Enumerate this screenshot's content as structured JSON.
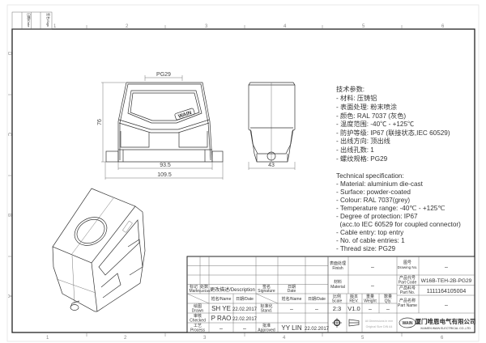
{
  "border": {
    "columns": [
      "1",
      "2",
      "3",
      "4",
      "5",
      "6"
    ],
    "rows": [
      "D",
      "C",
      "B",
      "A"
    ],
    "corner_labels": [
      "日期/Date",
      "签名/Sign"
    ]
  },
  "front_view": {
    "thread_label": "PG29",
    "height": "76",
    "inner_width": "93.5",
    "outer_width": "109.5",
    "logo": "WAIN"
  },
  "side_view": {
    "width": "43"
  },
  "spec_cn": {
    "title": "技术参数:",
    "lines": [
      "- 材料: 压铸铝",
      "- 表面处理: 粉末喷涂",
      "- 颜色: RAL 7037 (灰色)",
      "- 温度范围: -40℃  -  +125℃",
      "- 防护等级: IP67 (联接状态,IEC 60529)",
      "- 出线方向: 顶出线",
      "- 出线孔数: 1",
      "- 螺纹规格: PG29"
    ]
  },
  "spec_en": {
    "title": "Technical specification:",
    "lines": [
      "- Material: aluminium die-cast",
      "- Surface: powder-coated",
      "- Colour: RAL 7037(grey)",
      "- Temperature range: -40℃  -  +125℃",
      "- Degree of protection: IP67",
      "  (acc.to IEC 60529 for coupled connector)",
      "- Cable entry: top entry",
      "- No. of cable entries: 1",
      "- Thread size: PG29"
    ]
  },
  "title_block": {
    "mark_cn": "标记",
    "mark": "Mark",
    "number_cn": "处数",
    "number": "Number",
    "description": "更改描述/Description",
    "signature_cn": "签名",
    "signature": "Signature",
    "date_cn": "日期",
    "date": "Date",
    "name_hdr": "姓名/Name",
    "date_hdr": "日期/Date",
    "name_hdr2": "姓名/Name",
    "date_hdr2": "日期/Date",
    "drawn_cn": "绘图",
    "drawn": "Drawn",
    "drawn_name": "SH YE",
    "drawn_date": "22.02.2017",
    "checked_cn": "审核",
    "checked": "Checked",
    "checked_name": "P RAO",
    "checked_date": "22.02.2017",
    "process_cn": "工艺",
    "process": "Process",
    "process_name": "–",
    "process_date": "–",
    "stand_cn": "标准化",
    "stand": "Stand.",
    "stand_name": "–",
    "stand_date": "–",
    "approved_cn": "批准",
    "approved": "Approved",
    "approved_name": "YY LIN",
    "approved_date": "22.02.2017",
    "finish_cn": "表面处理",
    "finish": "Finish",
    "finish_value": "–",
    "material_cn": "材料",
    "material": "Material",
    "material_value": "–",
    "scale_cn": "比例",
    "scale": "Scale",
    "scale_value": "2:3",
    "rev_cn": "版本",
    "rev": "REV.",
    "rev_value": "V1.0",
    "weight_cn": "重量",
    "weight": "Weight",
    "weight_value": "–",
    "qty_cn": "数量",
    "qty": "Qty.",
    "qty_value": "–",
    "note1": "All Dimensions in mm",
    "note2": "Original Size DIN A4",
    "drawing_no_cn": "图号",
    "drawing_no": "Drawing No.",
    "drawing_no_value": "–",
    "part_code_cn": "产品代号",
    "part_code": "Part Code",
    "part_code_value": "W16B-TEH-2B-PG29",
    "part_no_cn": "产品料号",
    "part_no": "Part No.",
    "part_no_value": "1111164105004",
    "part_name_cn": "产品名称",
    "part_name": "Part Name",
    "part_name_value": "–",
    "company_logo": "WAIN",
    "company_cn": "厦门唯恩电气有限公司",
    "company_en": "XIAMEN WAIN ELECTRICAL CO.,LTD"
  }
}
